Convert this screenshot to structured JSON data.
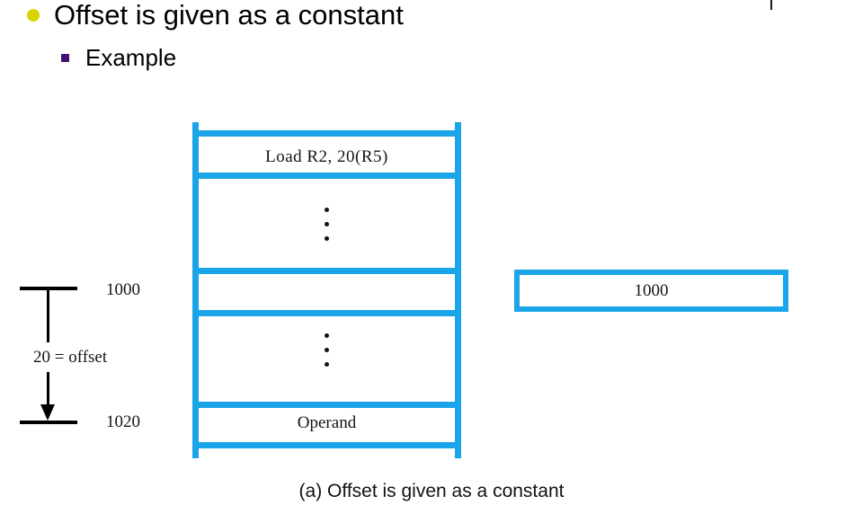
{
  "slide": {
    "bullets": [
      {
        "level": 1,
        "marker": "filled-circle",
        "marker_color": "#d8d400",
        "text": "Offset is given as a constant"
      },
      {
        "level": 2,
        "marker": "filled-square",
        "marker_color": "#46116e",
        "text": "Example"
      }
    ],
    "caption": "(a) Offset is given as a constant"
  },
  "diagram": {
    "accent_color": "#1ba5e8",
    "memory_column": {
      "rows": [
        {
          "name": "instruction",
          "text": "Load    R2, 20(R5)"
        },
        {
          "name": "gap-upper",
          "text": "⋮"
        },
        {
          "name": "address-1000",
          "text": ""
        },
        {
          "name": "gap-lower",
          "text": "⋮"
        },
        {
          "name": "operand",
          "text": "Operand"
        }
      ],
      "instruction_text": "Load    R2, 20(R5)",
      "operand_text": "Operand"
    },
    "register": {
      "label": "register-box",
      "value": "1000"
    },
    "offset_bracket": {
      "start_address": "1000",
      "end_address": "1020",
      "offset_text": "20 = offset"
    }
  }
}
